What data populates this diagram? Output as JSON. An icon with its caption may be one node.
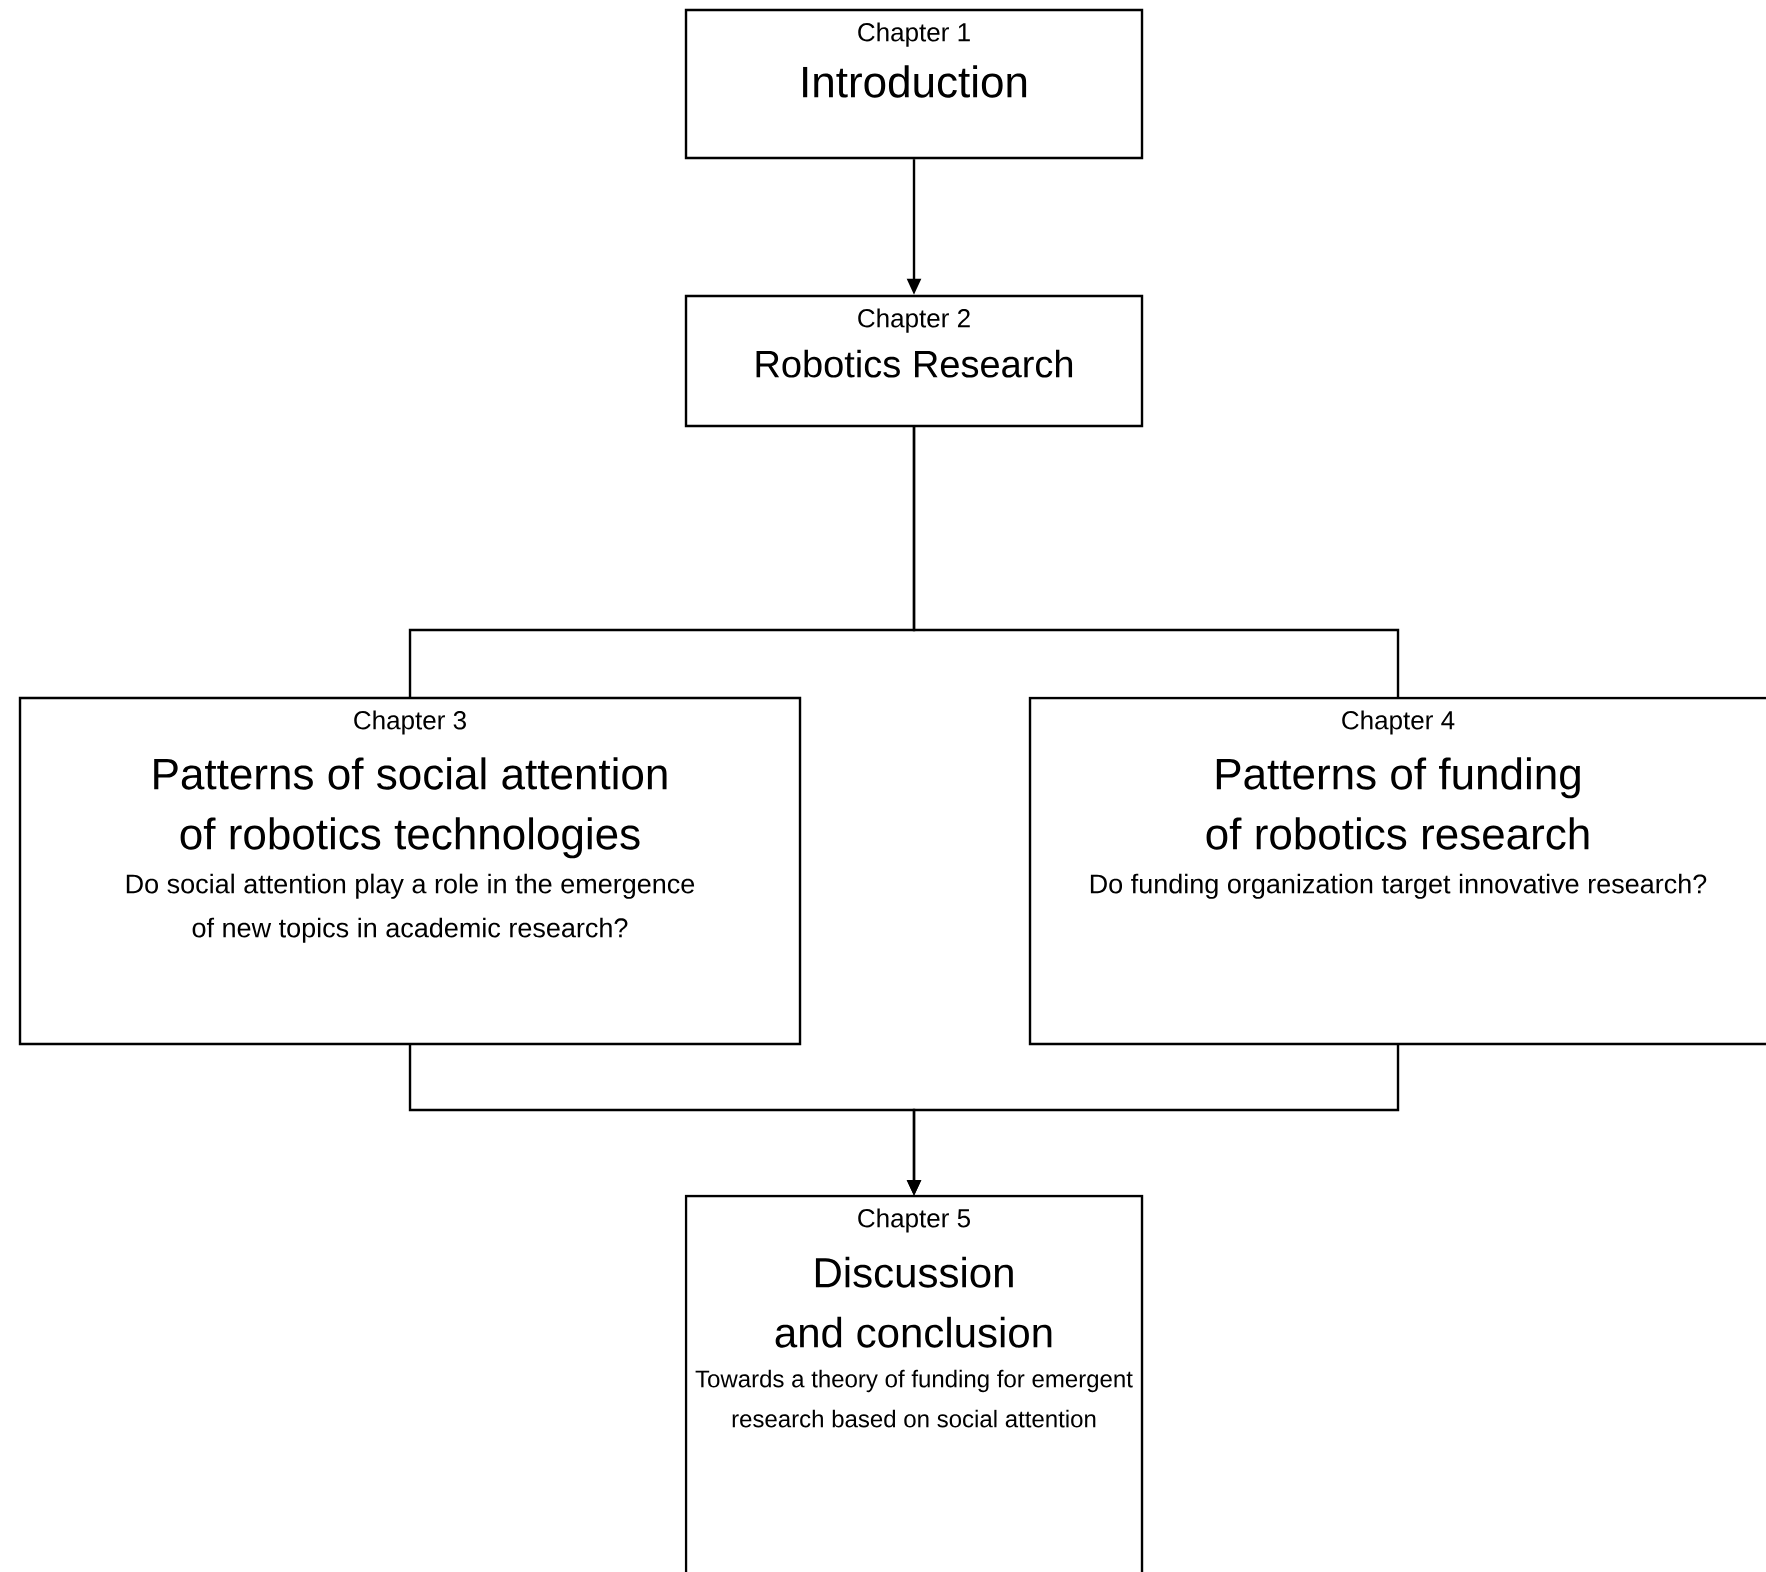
{
  "diagram": {
    "nodes": [
      {
        "text": [
          "Chapter 1",
          "Introduction"
        ]
      },
      {
        "text": [
          "Chapter 2",
          "Robotics Research"
        ]
      },
      {
        "text": [
          "Chapter 3",
          "Patterns of social attention of robotics technologies",
          "Do social attention play a role in the emergence of new topics in academic research?"
        ]
      },
      {
        "text": [
          "Chapter 4",
          "Patterns of funding of robotics research",
          "Do funding organization target innovative research?"
        ]
      },
      {
        "text": [
          "Chapter 5",
          "Discussion and conclusion",
          "Towards a theory of funding for emergent research based on social attention"
        ]
      }
    ],
    "edges": [
      {
        "from": 0,
        "to": 1,
        "arrow": "to"
      },
      {
        "from": 1,
        "to": 2,
        "arrow": "none"
      },
      {
        "from": 1,
        "to": 3,
        "arrow": "none"
      },
      {
        "from": 2,
        "to": 4,
        "arrow": "to"
      },
      {
        "from": 3,
        "to": 4,
        "arrow": "to"
      }
    ]
  }
}
